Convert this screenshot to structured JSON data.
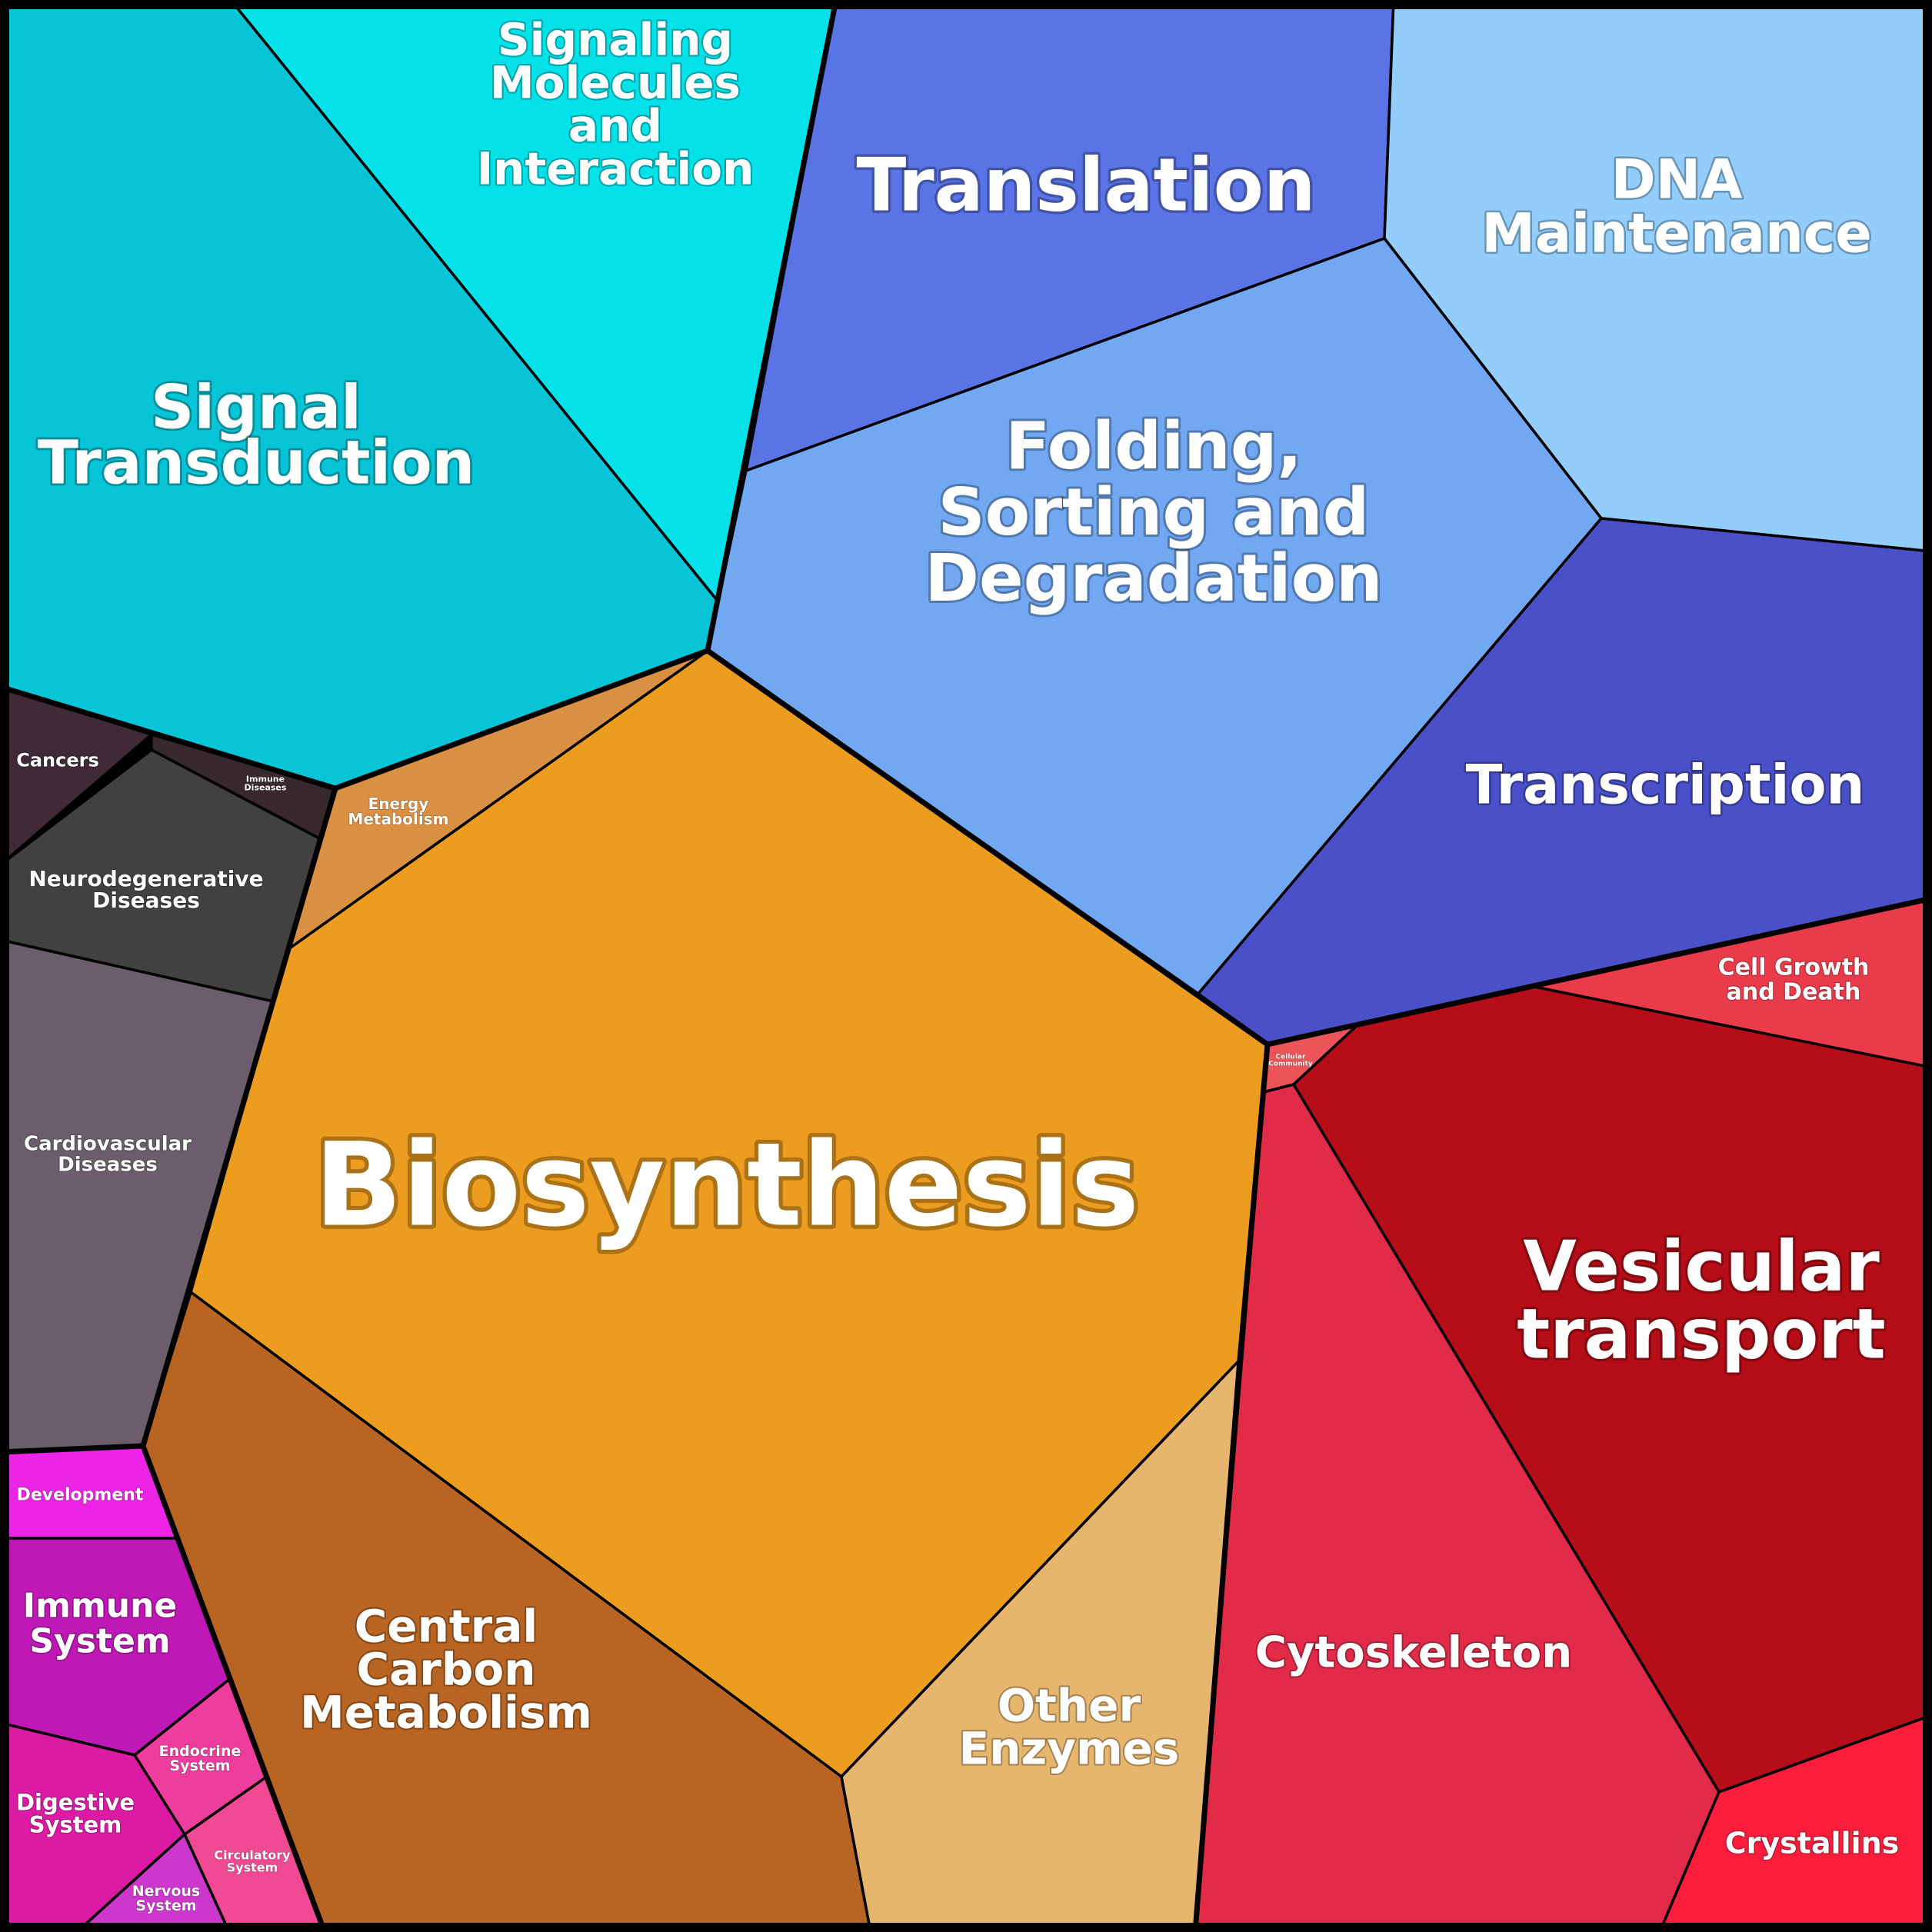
{
  "diagram": {
    "type": "voronoi-treemap",
    "cells": [
      {
        "id": "signal-transduction",
        "label": [
          "Signal",
          "Transduction"
        ],
        "color": "#07c4d6"
      },
      {
        "id": "signaling-molecules",
        "label": [
          "Signaling",
          "Molecules",
          "and",
          "Interaction"
        ],
        "color": "#04e1e8"
      },
      {
        "id": "translation",
        "label": [
          "Translation"
        ],
        "color": "#5a74e6"
      },
      {
        "id": "dna-maintenance",
        "label": [
          "DNA",
          "Maintenance"
        ],
        "color": "#93cdfc"
      },
      {
        "id": "folding-sorting",
        "label": [
          "Folding,",
          "Sorting and",
          "Degradation"
        ],
        "color": "#72a8f2"
      },
      {
        "id": "transcription",
        "label": [
          "Transcription"
        ],
        "color": "#4a50c8"
      },
      {
        "id": "biosynthesis",
        "label": [
          "Biosynthesis"
        ],
        "color": "#ec9d1f"
      },
      {
        "id": "energy-metabolism",
        "label": [
          "Energy",
          "Metabolism"
        ],
        "color": "#d99042"
      },
      {
        "id": "central-carbon-metabolism",
        "label": [
          "Central",
          "Carbon",
          "Metabolism"
        ],
        "color": "#b86423"
      },
      {
        "id": "other-enzymes",
        "label": [
          "Other",
          "Enzymes"
        ],
        "color": "#e6b66f"
      },
      {
        "id": "cancers",
        "label": [
          "Cancers"
        ],
        "color": "#3f2a35"
      },
      {
        "id": "immune-diseases",
        "label": [
          "Immune",
          "Diseases"
        ],
        "color": "#38292d"
      },
      {
        "id": "neurodegenerative-diseases",
        "label": [
          "Neurodegenerative",
          "Diseases"
        ],
        "color": "#424041"
      },
      {
        "id": "cardiovascular-diseases",
        "label": [
          "Cardiovascular",
          "Diseases"
        ],
        "color": "#6b5d6c"
      },
      {
        "id": "development",
        "label": [
          "Development"
        ],
        "color": "#ec24e6"
      },
      {
        "id": "immune-system",
        "label": [
          "Immune",
          "System"
        ],
        "color": "#bf18b6"
      },
      {
        "id": "endocrine-system",
        "label": [
          "Endocrine",
          "System"
        ],
        "color": "#ef3d9e"
      },
      {
        "id": "digestive-system",
        "label": [
          "Digestive",
          "System"
        ],
        "color": "#dc1ba5"
      },
      {
        "id": "circulatory-system",
        "label": [
          "Circulatory",
          "System"
        ],
        "color": "#ef4a93"
      },
      {
        "id": "nervous-system",
        "label": [
          "Nervous",
          "System"
        ],
        "color": "#cc38cc"
      },
      {
        "id": "cell-growth-death",
        "label": [
          "Cell Growth",
          "and Death"
        ],
        "color": "#e93b4a"
      },
      {
        "id": "cellular-community",
        "label": [
          "Cellular",
          "Community"
        ],
        "color": "#ec5458"
      },
      {
        "id": "vesicular-transport",
        "label": [
          "Vesicular",
          "transport"
        ],
        "color": "#b50e18"
      },
      {
        "id": "cytoskeleton",
        "label": [
          "Cytoskeleton"
        ],
        "color": "#e22b49"
      },
      {
        "id": "crystallins",
        "label": [
          "Crystallins"
        ],
        "color": "#fb1e3c"
      }
    ]
  }
}
